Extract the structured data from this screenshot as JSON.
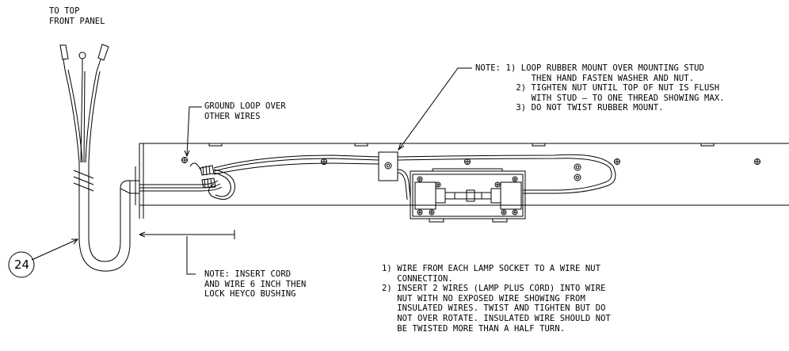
{
  "labels": {
    "to_top": "TO TOP\nFRONT PANEL",
    "ground_loop": "GROUND LOOP OVER\nOTHER WIRES",
    "note_rubber_mount": "NOTE: 1) LOOP RUBBER MOUNT OVER MOUNTING STUD\n           THEN HAND FASTEN WASHER AND NUT.\n        2) TIGHTEN NUT UNTIL TOP OF NUT IS FLUSH\n           WITH STUD – TO ONE THREAD SHOWING MAX.\n        3) DO NOT TWIST RUBBER MOUNT.",
    "note_insert_cord": "NOTE: INSERT CORD\nAND WIRE 6 INCH THEN\nLOCK HEYCO BUSHING",
    "wire_instructions": "1) WIRE FROM EACH LAMP SOCKET TO A WIRE NUT\n   CONNECTION.\n2) INSERT 2 WIRES (LAMP PLUS CORD) INTO WIRE\n   NUT WITH NO EXPOSED WIRE SHOWING FROM\n   INSULATED WIRES. TWIST AND TIGHTEN BUT DO\n   NOT OVER ROTATE. INSULATED WIRE SHOULD NOT\n   BE TWISTED MORE THAN A HALF TURN.",
    "callout_number": "24"
  }
}
